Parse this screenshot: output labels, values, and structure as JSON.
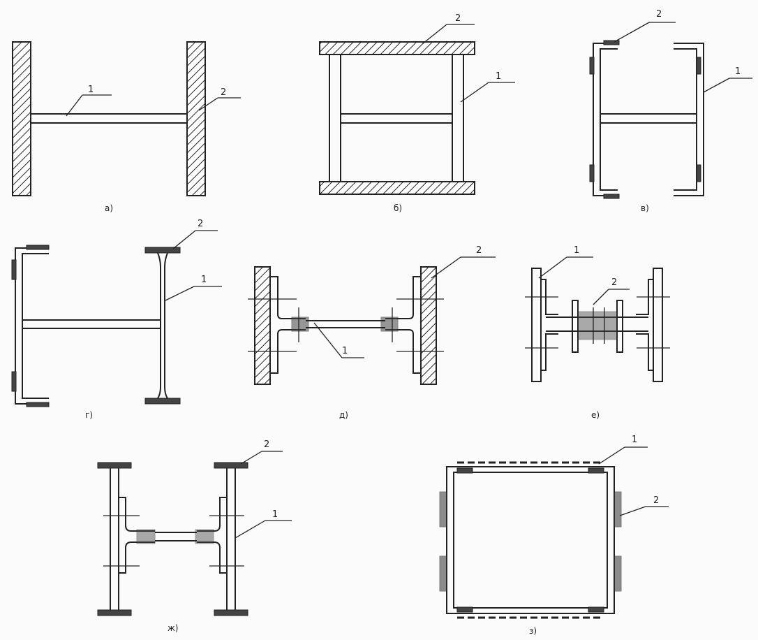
{
  "figures": [
    {
      "id": "a",
      "caption": "а)",
      "labels": [
        "1",
        "2"
      ]
    },
    {
      "id": "b",
      "caption": "б)",
      "labels": [
        "2",
        "1"
      ]
    },
    {
      "id": "v",
      "caption": "в)",
      "labels": [
        "2",
        "1"
      ]
    },
    {
      "id": "g",
      "caption": "г)",
      "labels": [
        "2",
        "1"
      ]
    },
    {
      "id": "d",
      "caption": "д)",
      "labels": [
        "2",
        "1"
      ]
    },
    {
      "id": "e",
      "caption": "е)",
      "labels": [
        "1",
        "2"
      ]
    },
    {
      "id": "zh",
      "caption": "ж)",
      "labels": [
        "2",
        "1"
      ]
    },
    {
      "id": "z",
      "caption": "з)",
      "labels": [
        "1",
        "2"
      ]
    }
  ]
}
